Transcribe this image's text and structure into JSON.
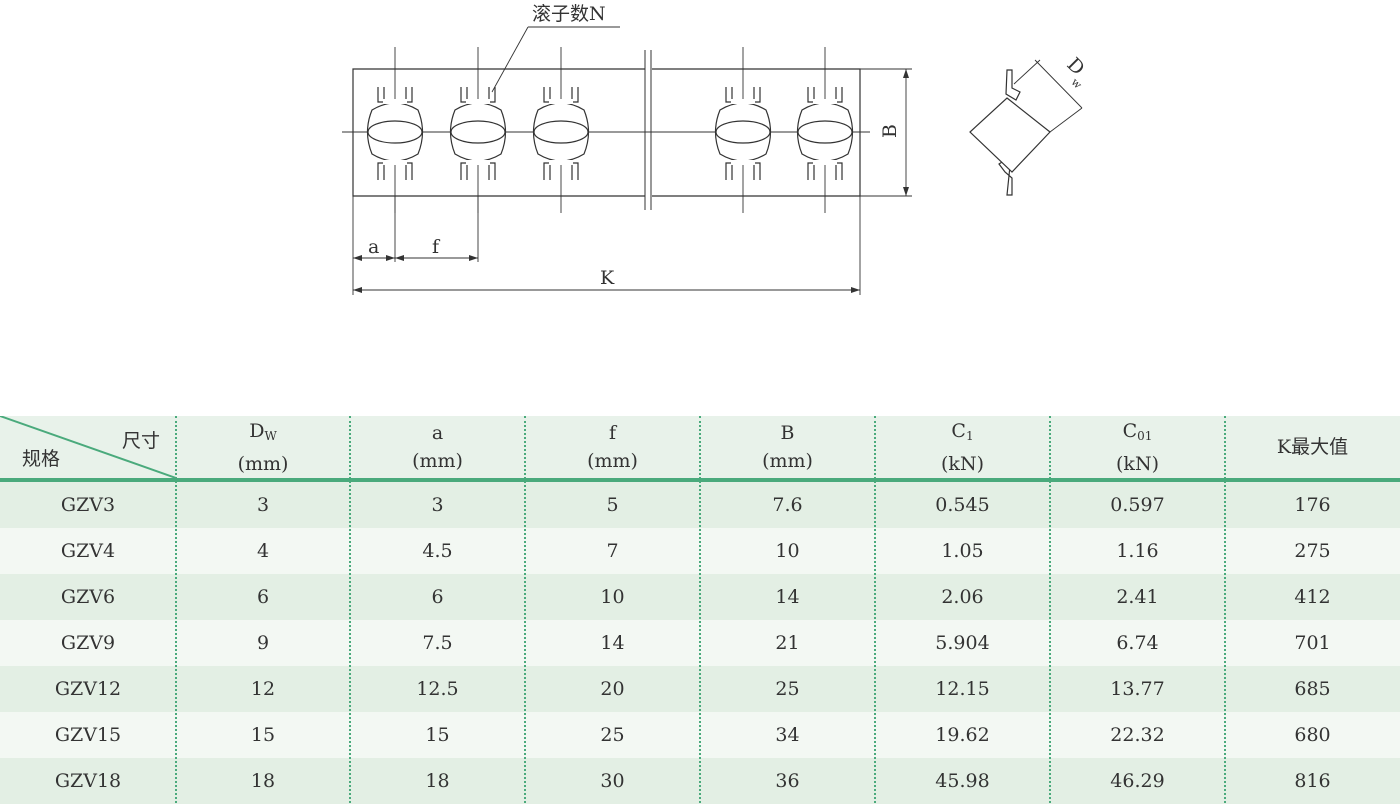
{
  "drawing": {
    "roller_count_label": "滚子数N",
    "dim_a": "a",
    "dim_f": "f",
    "dim_K": "K",
    "dim_B": "B",
    "dim_Dw_main": "D",
    "dim_Dw_sub": "w"
  },
  "table": {
    "corner_top": "尺寸",
    "corner_bottom": "规格",
    "headers": [
      {
        "main": "D",
        "sub": "W",
        "unit": "(mm)"
      },
      {
        "main": "a",
        "sub": "",
        "unit": "(mm)"
      },
      {
        "main": "f",
        "sub": "",
        "unit": "(mm)"
      },
      {
        "main": "B",
        "sub": "",
        "unit": "(mm)"
      },
      {
        "main": "C",
        "sub": "1",
        "unit": "(kN)"
      },
      {
        "main": "C",
        "sub": "01",
        "unit": "(kN)"
      },
      {
        "main": "K最大值",
        "sub": "",
        "unit": ""
      }
    ],
    "rows": [
      [
        "GZV3",
        "3",
        "3",
        "5",
        "7.6",
        "0.545",
        "0.597",
        "176"
      ],
      [
        "GZV4",
        "4",
        "4.5",
        "7",
        "10",
        "1.05",
        "1.16",
        "275"
      ],
      [
        "GZV6",
        "6",
        "6",
        "10",
        "14",
        "2.06",
        "2.41",
        "412"
      ],
      [
        "GZV9",
        "9",
        "7.5",
        "14",
        "21",
        "5.904",
        "6.74",
        "701"
      ],
      [
        "GZV12",
        "12",
        "12.5",
        "20",
        "25",
        "12.15",
        "13.77",
        "685"
      ],
      [
        "GZV15",
        "15",
        "15",
        "25",
        "34",
        "19.62",
        "22.32",
        "680"
      ],
      [
        "GZV18",
        "18",
        "18",
        "30",
        "36",
        "45.98",
        "46.29",
        "816"
      ]
    ]
  },
  "colors": {
    "accent": "#4aaa7c",
    "row_dark": "#e3efe4",
    "row_light": "#f3f8f3"
  }
}
